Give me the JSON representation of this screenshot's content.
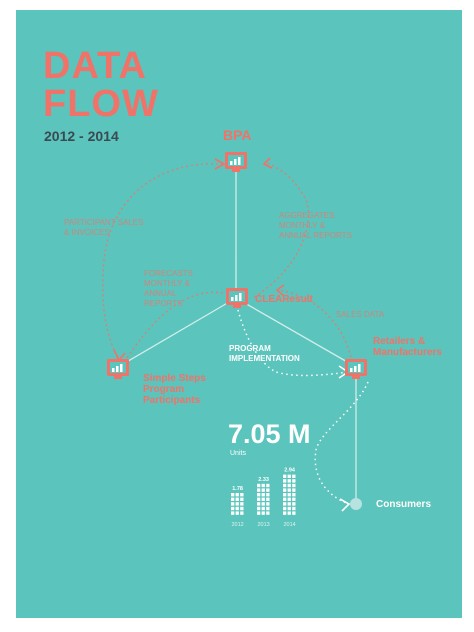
{
  "header": {
    "title_line1": "DATA",
    "title_line2": "FLOW",
    "years": "2012 - 2014"
  },
  "nodes": {
    "bpa": "BPA",
    "clearesult": "CLEAResult",
    "retailers": "Retailers &\nManufacturers",
    "simple_steps": "Simple Steps\nProgram\nParticipants",
    "consumers": "Consumers"
  },
  "flows": {
    "participant_sales": "PARTICIPANT SALES\n& INVOICES",
    "aggregates": "AGGREGATES\nMONTHLY &\nANNUAL REPORTS",
    "forecasts": "FORECASTS\nMONTHLY &\nANNUAL\nREPORTS",
    "sales_data": "SALES DATA",
    "program_implementation": "PROGRAM\nIMPLEMENTATION"
  },
  "units": {
    "value": "7.05 M",
    "label": "Units"
  },
  "colors": {
    "background": "#5bc4bc",
    "accent": "#f07369",
    "dark_text": "#3b4a52",
    "white": "#ffffff"
  },
  "chart_data": {
    "type": "bar",
    "categories": [
      "2012",
      "2013",
      "2014"
    ],
    "values": [
      1.78,
      2.33,
      2.94
    ]
  }
}
